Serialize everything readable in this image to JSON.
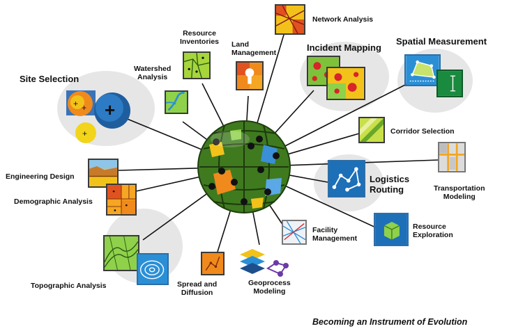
{
  "diagram": {
    "tagline": "Becoming an Instrument of Evolution",
    "applications": {
      "site_selection": "Site Selection",
      "resource_inventories_1": "Resource",
      "resource_inventories_2": "Inventories",
      "land_management_1": "Land",
      "land_management_2": "Management",
      "network_analysis": "Network Analysis",
      "incident_mapping": "Incident Mapping",
      "spatial_measurement": "Spatial Measurement",
      "watershed_analysis_1": "Watershed",
      "watershed_analysis_2": "Analysis",
      "corridor_selection": "Corridor Selection",
      "logistics_routing_1": "Logistics",
      "logistics_routing_2": "Routing",
      "transportation_modeling_1": "Transportation",
      "transportation_modeling_2": "Modeling",
      "engineering_design": "Engineering Design",
      "demographic_analysis": "Demographic Analysis",
      "facility_management_1": "Facility",
      "facility_management_2": "Management",
      "resource_exploration_1": "Resource",
      "resource_exploration_2": "Exploration",
      "topographic_analysis": "Topographic Analysis",
      "spread_diffusion_1": "Spread and",
      "spread_diffusion_2": "Diffusion",
      "geoprocess_modeling_1": "Geoprocess",
      "geoprocess_modeling_2": "Modeling"
    },
    "colors": {
      "globe_green": "#3f7a1f",
      "connector": "#111111",
      "halo": "#e6e6e6",
      "accent_blue": "#1d6fb8",
      "accent_orange": "#f08a1c"
    }
  }
}
